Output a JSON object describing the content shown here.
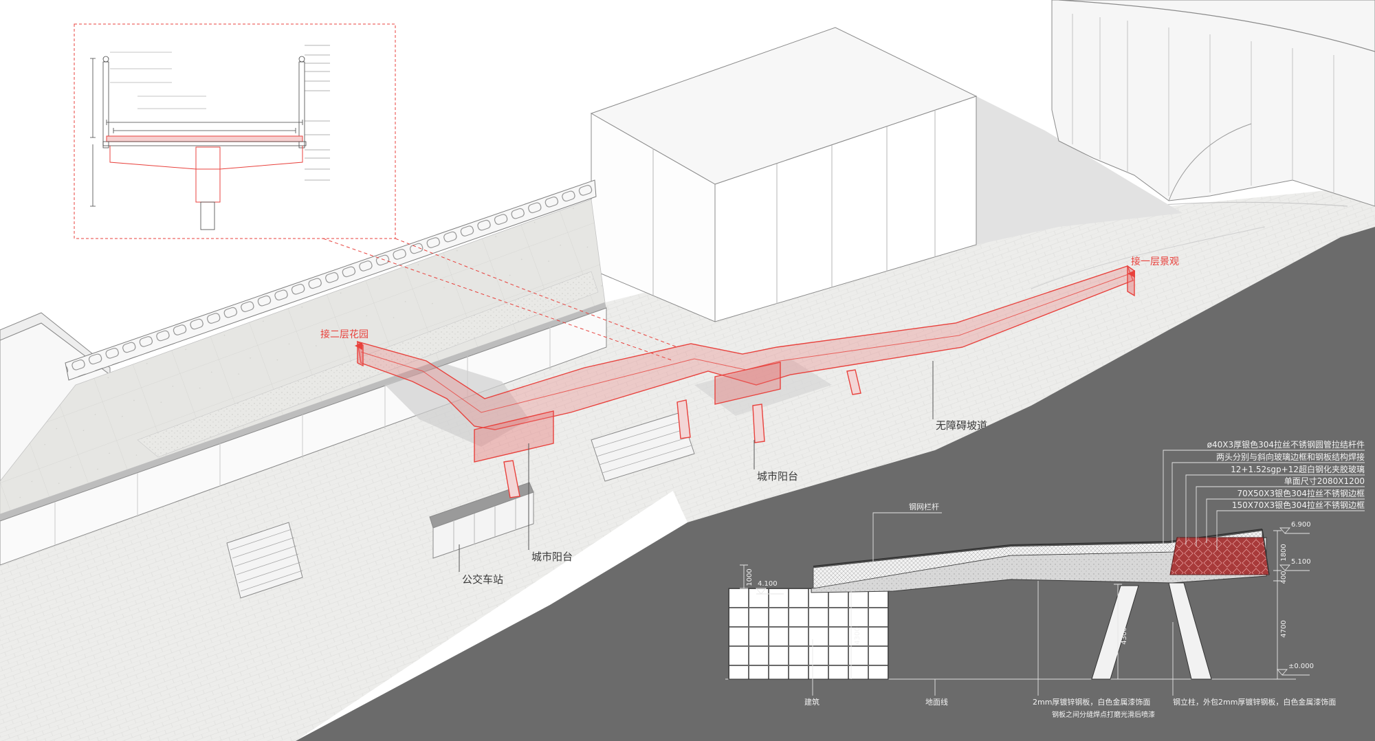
{
  "plan": {
    "labels": {
      "garden_link": "接二层花园",
      "landscape_link": "接一层景观",
      "accessible_ramp": "无障碍坡道",
      "city_balcony_a": "城市阳台",
      "city_balcony_b": "城市阳台",
      "bus_station": "公交车站"
    }
  },
  "section": {
    "spec_notes": [
      "ø40X3厚银色304拉丝不锈钢圆管拉结杆件",
      "两头分别与斜向玻璃边框和钢板结构焊接",
      "12+1.52sgp+12超白钢化夹胶玻璃",
      "单面尺寸2080X1200",
      "70X50X3银色304拉丝不锈钢边框",
      "150X70X3银色304拉丝不锈钢边框"
    ],
    "railing_label": "钢网栏杆",
    "bottom_notes": {
      "building": "建筑",
      "ground_line": "地面线",
      "steel_plate": "2mm厚镀锌钢板，白色金属漆饰面",
      "steel_plate_joint": "钢板之间分缝焊点打磨光滑后喷漆",
      "steel_column": "钢立柱，外包2mm厚镀锌钢板，白色金属漆饰面"
    },
    "levels": {
      "top": "6.900",
      "deck": "5.100",
      "left_deck": "4.100",
      "ground": "±0.000"
    },
    "dimensions": {
      "upper_right": "1800",
      "mid_right": "400",
      "lower_right": "4700",
      "left_rail": "1000",
      "pier_left": "4300",
      "pier_right": "4300"
    }
  },
  "colors": {
    "accent": "#e8413c",
    "ground": "#6b6b6b",
    "glass": "#a83a3a"
  }
}
